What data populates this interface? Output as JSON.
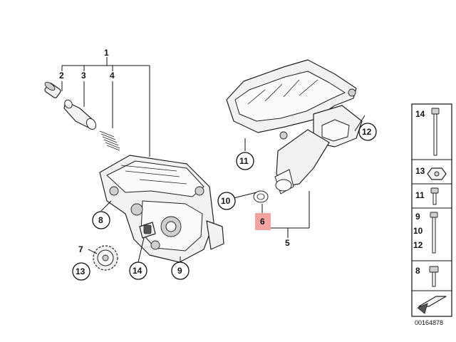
{
  "callouts": {
    "c1": "1",
    "c2": "2",
    "c3": "3",
    "c4": "4",
    "c5": "5",
    "c6": "6",
    "c7": "7",
    "c8": "8",
    "c9": "9",
    "c10": "10",
    "c11": "11",
    "c12": "12",
    "c13": "13",
    "c14": "14"
  },
  "legend": {
    "row1": "14",
    "row2": "13",
    "row3": "11",
    "row4a": "9",
    "row4b": "10",
    "row4c": "12",
    "row5": "8"
  },
  "diagram_code": "00164878",
  "colors": {
    "highlight": "#f4a3a3",
    "ink": "#111111"
  }
}
